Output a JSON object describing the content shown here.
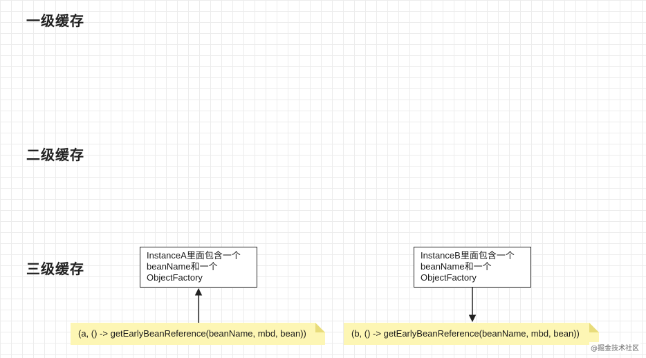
{
  "levels": {
    "first": "一级缓存",
    "second": "二级缓存",
    "third": "三级缓存"
  },
  "box_a": {
    "line1": "InstanceA里面包含一个",
    "line2": "beanName和一个",
    "line3": "ObjectFactory"
  },
  "box_b": {
    "line1": "InstanceB里面包含一个",
    "line2": "beanName和一个",
    "line3": "ObjectFactory"
  },
  "note_a": "(a, () -> getEarlyBeanReference(beanName, mbd, bean))",
  "note_b": "(b, () -> getEarlyBeanReference(beanName, mbd, bean))",
  "watermark": "@掘金技术社区",
  "colors": {
    "note_fill": "#fdf6b4",
    "grid": "#ececec",
    "border": "#222222"
  }
}
